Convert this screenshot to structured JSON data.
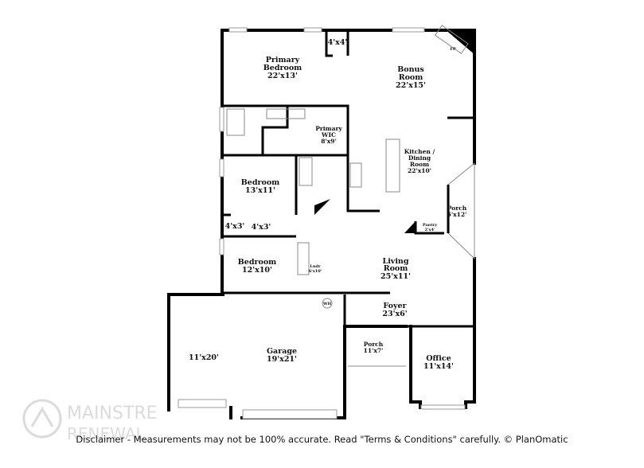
{
  "rooms": {
    "primary_bedroom": {
      "name1": "Primary",
      "name2": "Bedroom",
      "size": "22'x13'"
    },
    "closet_top": {
      "size": "4'x4'"
    },
    "bonus_room": {
      "name1": "Bonus",
      "name2": "Room",
      "size": "22'x15'"
    },
    "fireplace": {
      "name": "FP"
    },
    "primary_wic": {
      "name1": "Primary",
      "name2": "WIC",
      "size": "8'x9'"
    },
    "kitchen": {
      "name1": "Kitchen /",
      "name2": "Dining",
      "name3": "Room",
      "size": "22'x10'"
    },
    "bedroom1": {
      "name": "Bedroom",
      "size": "13'x11'"
    },
    "porch_side": {
      "name": "Porch",
      "size": "5'x12'"
    },
    "pantry": {
      "name": "Pantry",
      "size": "2'x4'"
    },
    "closet_a": {
      "size": "4'x3'"
    },
    "closet_b": {
      "size": "4'x3'"
    },
    "bedroom2": {
      "name": "Bedroom",
      "size": "12'x10'"
    },
    "laundry": {
      "name": "Lndr",
      "size": "6'x10'"
    },
    "living_room": {
      "name1": "Living",
      "name2": "Room",
      "size": "25'x11'"
    },
    "water_heater": {
      "name": "WH"
    },
    "foyer": {
      "name": "Foyer",
      "size": "23'x6'"
    },
    "porch_front": {
      "name": "Porch",
      "size": "11'x7'"
    },
    "garage_bay": {
      "size": "11'x20'"
    },
    "garage": {
      "name": "Garage",
      "size": "19'x21'"
    },
    "office": {
      "name": "Office",
      "size": "11'x14'"
    }
  },
  "logo": {
    "line1": "MAINSTREET",
    "line2": "RENEWAL"
  },
  "disclaimer": "Disclaimer - Measurements may not be 100% accurate. Read \"Terms & Conditions\" carefully. © PlanOmatic"
}
